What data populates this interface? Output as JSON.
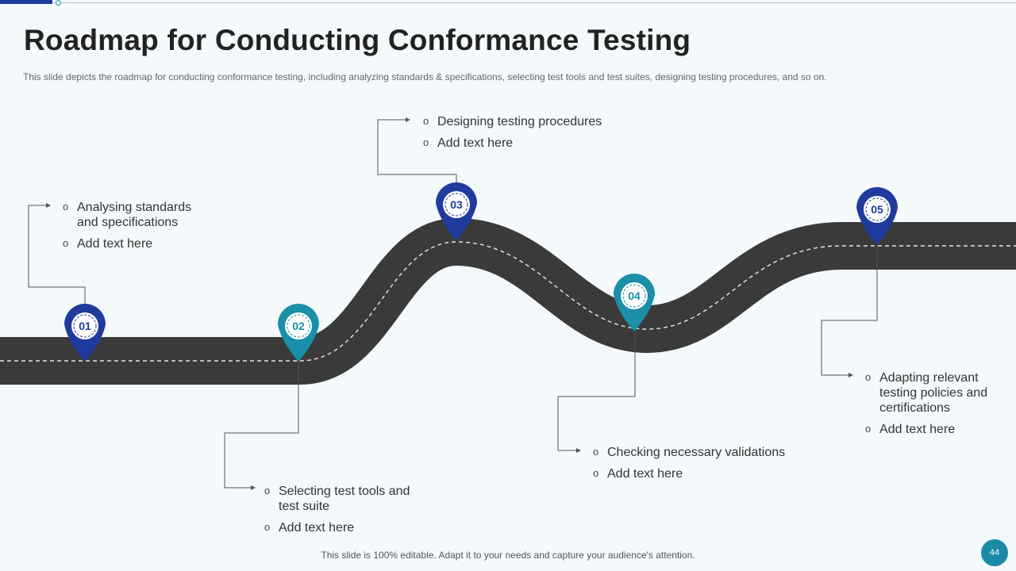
{
  "slide": {
    "title": "Roadmap for Conducting Conformance Testing",
    "subtitle": "This slide depicts the roadmap for conducting conformance  testing, including analyzing standards & specifications, selecting test tools and test suites, designing testing procedures,  and so on.",
    "footer": "This slide is 100% editable. Adapt it to your needs and capture your audience's attention.",
    "page_number": "44"
  },
  "colors": {
    "dark_blue": "#1f3b9e",
    "teal": "#1a8fa8",
    "road": "#3a3a3a"
  },
  "bullet_glyph": "o",
  "milestones": [
    {
      "number": "01",
      "color": "dark_blue",
      "points": [
        "Analysing standards\nand specifications",
        "Add text here"
      ]
    },
    {
      "number": "02",
      "color": "teal",
      "points": [
        "Selecting test tools and\ntest suite",
        "Add text here"
      ]
    },
    {
      "number": "03",
      "color": "dark_blue",
      "points": [
        "Designing testing procedures",
        "Add text here"
      ]
    },
    {
      "number": "04",
      "color": "teal",
      "points": [
        "Checking necessary validations",
        "Add text here"
      ]
    },
    {
      "number": "05",
      "color": "dark_blue",
      "points": [
        "Adapting relevant\ntesting policies and\ncertifications",
        "Add text here"
      ]
    }
  ]
}
